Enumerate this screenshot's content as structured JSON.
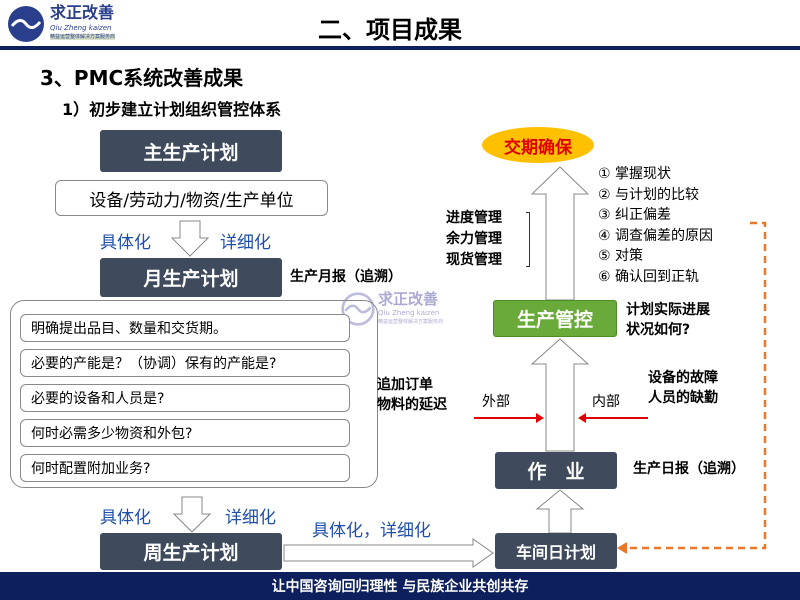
{
  "logo": {
    "name": "求正改善",
    "pinyin": "Qiu Zheng kaizen",
    "tagline": "精益运营整体解决方案服务商"
  },
  "header": {
    "title": "二、项目成果"
  },
  "section": {
    "heading": "3、PMC系统改善成果",
    "subheading": "1）初步建立计划组织管控体系"
  },
  "left": {
    "master_plan": "主生产计划",
    "resources": "设备/劳动力/物资/生产单位",
    "concretize": "具体化",
    "detail": "详细化",
    "monthly_plan": "月生产计划",
    "monthly_report": "生产月报（追溯）",
    "questions": [
      "明确提出品目、数量和交货期。",
      "必要的产能是？（协调）保有的产能是?",
      "必要的设备和人员是?",
      "何时必需多少物资和外包?",
      "何时配置附加业务?"
    ],
    "weekly_plan": "周生产计划",
    "arrow_label": "具体化，详细化"
  },
  "right": {
    "delivery": "交期确保",
    "management": [
      "进度管理",
      "余力管理",
      "现货管理"
    ],
    "steps": [
      "① 掌握现状",
      "② 与计划的比较",
      "③ 纠正偏差",
      "④ 调查偏差的原因",
      "⑤ 对策",
      "⑥ 确认回到正轨"
    ],
    "control": "生产管控",
    "control_question": [
      "计划实际进展",
      "状况如何?"
    ],
    "external_causes": [
      "追加订单",
      "物料的延迟"
    ],
    "external": "外部",
    "internal": "内部",
    "internal_causes": [
      "设备的故障",
      "人员的缺勤"
    ],
    "work": "作　业",
    "daily_report": "生产日报（追溯）",
    "daily_plan": "车间日计划"
  },
  "footer": {
    "text": "让中国咨询回归理性 与民族企业共创共存"
  },
  "colors": {
    "navy": "#0d1f5c",
    "box": "#3f4b5c",
    "green": "#6aaa3a",
    "yellow": "#ffc000",
    "red": "#e00000",
    "orange": "#e8782a",
    "blue": "#1f4fa8"
  }
}
